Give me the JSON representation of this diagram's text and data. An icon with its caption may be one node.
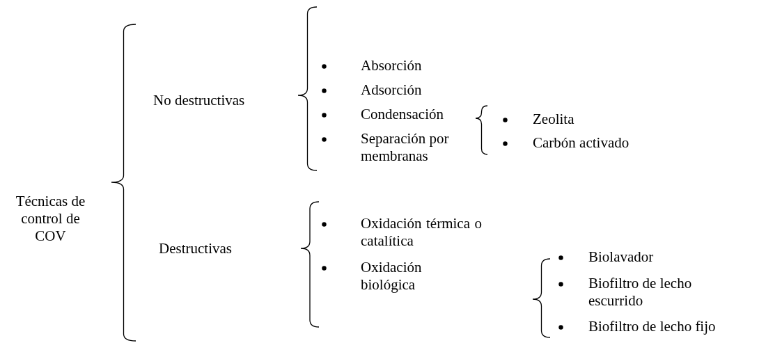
{
  "diagram": {
    "nodes": [
      {
        "text": [
          "Técnicas de control de COV"
        ]
      },
      {
        "text": [
          "No destructivas"
        ]
      },
      {
        "text": [
          "Absorción"
        ]
      },
      {
        "text": [
          "Adsorción"
        ]
      },
      {
        "text": [
          "Condensación"
        ]
      },
      {
        "text": [
          "Separación por membranas"
        ]
      },
      {
        "text": [
          "Zeolita"
        ]
      },
      {
        "text": [
          "Carbón activado"
        ]
      },
      {
        "text": [
          "Destructivas"
        ]
      },
      {
        "text": [
          "Oxidación térmica o catalítica"
        ]
      },
      {
        "text": [
          "Oxidación biológica"
        ]
      },
      {
        "text": [
          "Biolavador"
        ]
      },
      {
        "text": [
          "Biofiltro de lecho escurrido"
        ]
      },
      {
        "text": [
          "Biofiltro de lecho fijo"
        ]
      }
    ]
  }
}
